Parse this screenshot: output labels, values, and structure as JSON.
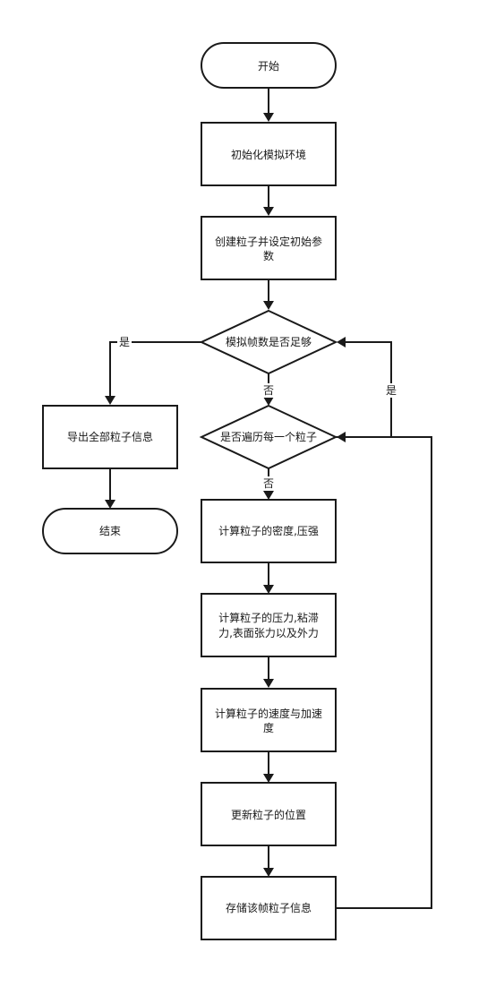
{
  "nodes": {
    "start": "开始",
    "init_env": "初始化模拟环境",
    "create_particles_l1": "创建粒子并设定初始参",
    "create_particles_l2": "数",
    "frames_enough": "模拟帧数是否足够",
    "traversed_all": "是否遍历每一个粒子",
    "export_info": "导出全部粒子信息",
    "end": "结束",
    "calc_density": "计算粒子的密度,压强",
    "calc_forces_l1": "计算粒子的压力,粘滞",
    "calc_forces_l2": "力,表面张力以及外力",
    "calc_velocity_l1": "计算粒子的速度与加速",
    "calc_velocity_l2": "度",
    "update_position": "更新粒子的位置",
    "store_info": "存储该帧粒子信息"
  },
  "edges": {
    "frames_yes": "是",
    "frames_no": "否",
    "traverse_yes": "是",
    "traverse_no": "否"
  }
}
